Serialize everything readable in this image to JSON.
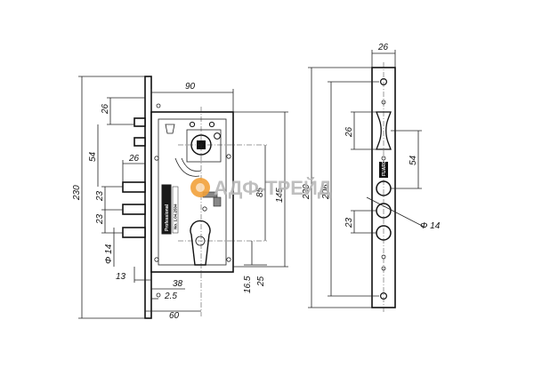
{
  "front_view": {
    "dim_90": "90",
    "dim_26_top": "26",
    "dim_54": "54",
    "dim_26_mid": "26",
    "dim_23_a": "23",
    "dim_23_b": "23",
    "dim_230": "230",
    "dim_d14": "Φ 14",
    "dim_13": "13",
    "dim_38": "38",
    "dim_2_5": "2.5",
    "dim_60": "60",
    "dim_16_5": "16.5",
    "dim_25": "25",
    "dim_85": "85",
    "dim_145": "145",
    "body_label": "Professional",
    "body_sublabel": "No. 1.04.2504"
  },
  "side_view": {
    "dim_26": "26",
    "dim_26_left": "26",
    "dim_54": "54",
    "dim_230": "230",
    "dim_206": "206",
    "dim_23": "23",
    "dim_d14": "Φ 14",
    "plate_label": "FUARO"
  },
  "watermark": {
    "text": "АДФ-ТРЕЙД",
    "accent_color": "#f2a13a"
  }
}
